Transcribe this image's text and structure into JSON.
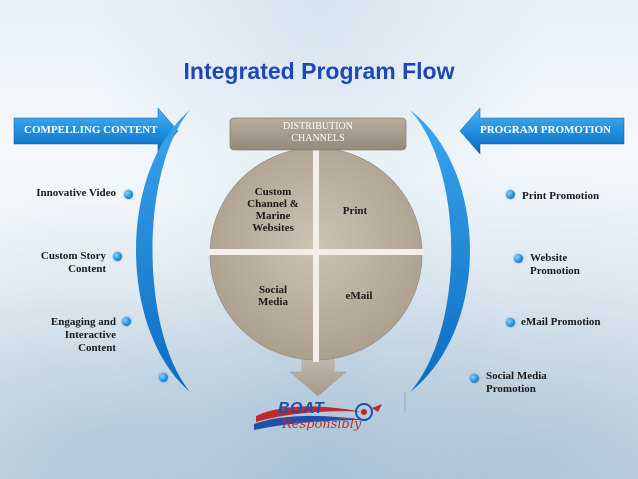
{
  "title": "Integrated Program Flow",
  "left_band": "COMPELLING CONTENT",
  "right_band": "PROGRAM PROMOTION",
  "distribution": {
    "line1": "DISTRIBUTION",
    "line2": "CHANNELS"
  },
  "quadrants": {
    "top_left": [
      "Custom",
      "Channel &",
      "Marine",
      "Websites"
    ],
    "top_right": "Print",
    "bottom_left": [
      "Social",
      "Media"
    ],
    "bottom_right": "eMail"
  },
  "left_items": [
    {
      "lines": [
        "Innovative Video"
      ]
    },
    {
      "lines": [
        "Custom Story",
        "Content"
      ]
    },
    {
      "lines": [
        "Engaging and",
        "Interactive",
        "Content"
      ]
    }
  ],
  "right_items": [
    {
      "lines": [
        "Print Promotion"
      ]
    },
    {
      "lines": [
        "Website",
        "Promotion"
      ]
    },
    {
      "lines": [
        "eMail Promotion"
      ]
    },
    {
      "lines": [
        "Social Media",
        "Promotion"
      ]
    }
  ],
  "logo": {
    "line1": "BOAT",
    "line2": "Responsibly"
  },
  "colors": {
    "title": "#1f47b8",
    "arc": "#1b8fe0",
    "band_arrow": "#1f8fe0",
    "pie": "#b9ad9a",
    "dist_box": "#a79c8c"
  }
}
